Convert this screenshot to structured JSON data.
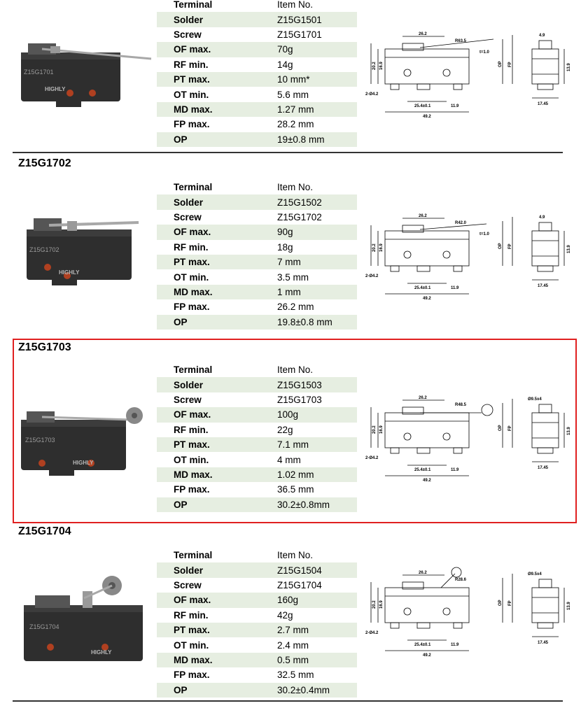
{
  "sections": [
    {
      "title": "",
      "rows": [
        {
          "label": "Terminal",
          "value": "Item No."
        },
        {
          "label": "Solder",
          "value": "Z15G1501"
        },
        {
          "label": "Screw",
          "value": "Z15G1701"
        },
        {
          "label": "OF max.",
          "value": "70g"
        },
        {
          "label": "RF min.",
          "value": "14g"
        },
        {
          "label": "PT max.",
          "value": "10 mm*"
        },
        {
          "label": "OT min.",
          "value": "5.6 mm"
        },
        {
          "label": "MD max.",
          "value": "1.27 mm"
        },
        {
          "label": "FP max.",
          "value": "28.2 mm"
        },
        {
          "label": "OP",
          "value": "19±0.8 mm"
        }
      ],
      "photo_text": {
        "model": "Z15G1701",
        "brand": "HIGHLY"
      },
      "drawing": {
        "top_dim": "26.2",
        "radius": "R63.5",
        "thickness": "t=1.0",
        "hole": "2-Ø4.2",
        "h1": "20.2",
        "h2": "16.9",
        "pitch": "25.4±0.1",
        "offset": "11.9",
        "length": "49.2",
        "op": "OP",
        "fp": "FP",
        "side_top": "4.9",
        "side_h": "13.9",
        "side_w": "17.45",
        "roller": ""
      }
    },
    {
      "title": "Z15G1702",
      "rows": [
        {
          "label": "Terminal",
          "value": "Item No."
        },
        {
          "label": "Solder",
          "value": "Z15G1502"
        },
        {
          "label": "Screw",
          "value": "Z15G1702"
        },
        {
          "label": "OF max.",
          "value": "90g"
        },
        {
          "label": "RF min.",
          "value": "18g"
        },
        {
          "label": "PT max.",
          "value": "7 mm"
        },
        {
          "label": "OT min.",
          "value": "3.5 mm"
        },
        {
          "label": "MD max.",
          "value": "1 mm"
        },
        {
          "label": "FP max.",
          "value": "26.2 mm"
        },
        {
          "label": "OP",
          "value": "19.8±0.8 mm"
        }
      ],
      "photo_text": {
        "model": "Z15G1702",
        "brand": "HIGHLY"
      },
      "drawing": {
        "top_dim": "26.2",
        "radius": "R42.0",
        "thickness": "t=1.0",
        "hole": "2-Ø4.2",
        "h1": "20.2",
        "h2": "16.9",
        "pitch": "25.4±0.1",
        "offset": "11.9",
        "length": "49.2",
        "op": "OP",
        "fp": "FP",
        "side_top": "4.9",
        "side_h": "13.9",
        "side_w": "17.45",
        "roller": ""
      }
    },
    {
      "title": "Z15G1703",
      "rows": [
        {
          "label": "Terminal",
          "value": "Item No."
        },
        {
          "label": "Solder",
          "value": "Z15G1503"
        },
        {
          "label": "Screw",
          "value": "Z15G1703"
        },
        {
          "label": "OF max.",
          "value": "100g"
        },
        {
          "label": "RF min.",
          "value": "22g"
        },
        {
          "label": "PT max.",
          "value": "7.1 mm"
        },
        {
          "label": "OT min.",
          "value": "4 mm"
        },
        {
          "label": "MD max.",
          "value": "1.02 mm"
        },
        {
          "label": "FP max.",
          "value": "36.5 mm"
        },
        {
          "label": "OP",
          "value": "30.2±0.8mm"
        }
      ],
      "photo_text": {
        "model": "Z15G1703",
        "brand": "HIGHLY"
      },
      "drawing": {
        "top_dim": "26.2",
        "radius": "R48.5",
        "thickness": "",
        "hole": "2-Ø4.2",
        "h1": "20.2",
        "h2": "16.9",
        "pitch": "25.4±0.1",
        "offset": "11.9",
        "length": "49.2",
        "op": "OP",
        "fp": "FP",
        "side_top": "",
        "side_h": "13.9",
        "side_w": "17.45",
        "roller": "Ø9.5x4"
      }
    },
    {
      "title": "Z15G1704",
      "rows": [
        {
          "label": "Terminal",
          "value": "Item No."
        },
        {
          "label": "Solder",
          "value": "Z15G1504"
        },
        {
          "label": "Screw",
          "value": "Z15G1704"
        },
        {
          "label": "OF max.",
          "value": "160g"
        },
        {
          "label": "RF min.",
          "value": "42g"
        },
        {
          "label": "PT max.",
          "value": "2.7 mm"
        },
        {
          "label": "OT min.",
          "value": "2.4 mm"
        },
        {
          "label": "MD max.",
          "value": "0.5 mm"
        },
        {
          "label": "FP max.",
          "value": "32.5 mm"
        },
        {
          "label": "OP",
          "value": "30.2±0.4mm"
        }
      ],
      "photo_text": {
        "model": "Z15G1704",
        "brand": "HIGHLY"
      },
      "drawing": {
        "top_dim": "26.2",
        "radius": "R28.6",
        "thickness": "",
        "hole": "2-Ø4.2",
        "h1": "20.2",
        "h2": "16.9",
        "pitch": "25.4±0.1",
        "offset": "11.9",
        "length": "49.2",
        "op": "OP",
        "fp": "FP",
        "side_top": "",
        "side_h": "13.9",
        "side_w": "17.45",
        "roller": "Ø9.5x4"
      }
    }
  ],
  "colors": {
    "row_shade": "#e6eee1",
    "highlight_border": "#e02020",
    "switch_body": "#2e2e2e"
  }
}
